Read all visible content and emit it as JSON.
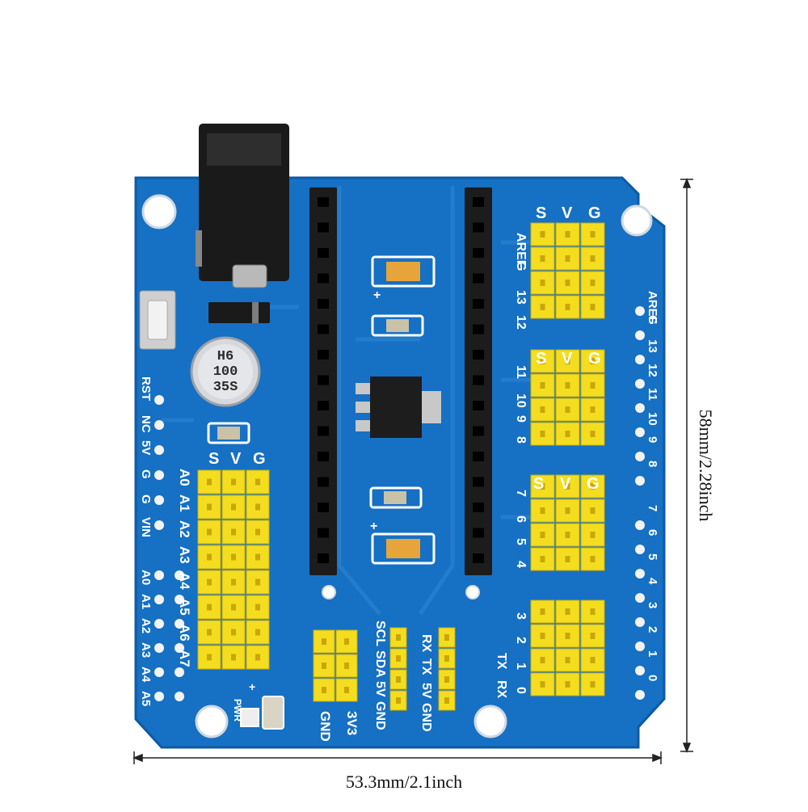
{
  "dimensions": {
    "width": "53.3mm/2.1inch",
    "height": "58mm/2.28inch"
  },
  "board": {
    "pcb_color": "#1570c2",
    "header_color": "#f5df1e",
    "capacitor_marking": [
      "H6",
      "100",
      "35S"
    ],
    "pwr_label": "PWR",
    "plus_sign": "+",
    "left_pins": [
      "RST",
      "NC",
      "5V",
      "G",
      "G",
      "VIN"
    ],
    "left_analog_pins": [
      "A0",
      "A1",
      "A2",
      "A3",
      "A4",
      "A5"
    ],
    "analog_block_header": [
      "S",
      "V",
      "G"
    ],
    "analog_block_labels": [
      "A0",
      "A1",
      "A2",
      "A3",
      "A4",
      "A5",
      "A6",
      "A7"
    ],
    "power_header_labels": [
      "GND",
      "3V3"
    ],
    "i2c_labels": [
      "SCL",
      "SDA",
      "5V",
      "GND"
    ],
    "uart_labels": [
      "RX",
      "TX",
      "5V",
      "GND"
    ],
    "uart_bottom_labels": [
      "TX",
      "RX"
    ],
    "digital_block_header": [
      "S",
      "V",
      "G"
    ],
    "digital_block_labels": [
      "AREF",
      "G",
      "13",
      "12",
      "11",
      "10",
      "9",
      "8",
      "7",
      "6",
      "5",
      "4",
      "3",
      "2",
      "1",
      "0"
    ],
    "right_pins": [
      "AREF",
      "G",
      "13",
      "12",
      "11",
      "10",
      "9",
      "8",
      "7",
      "6",
      "5",
      "4",
      "3",
      "2",
      "1",
      "0"
    ]
  }
}
